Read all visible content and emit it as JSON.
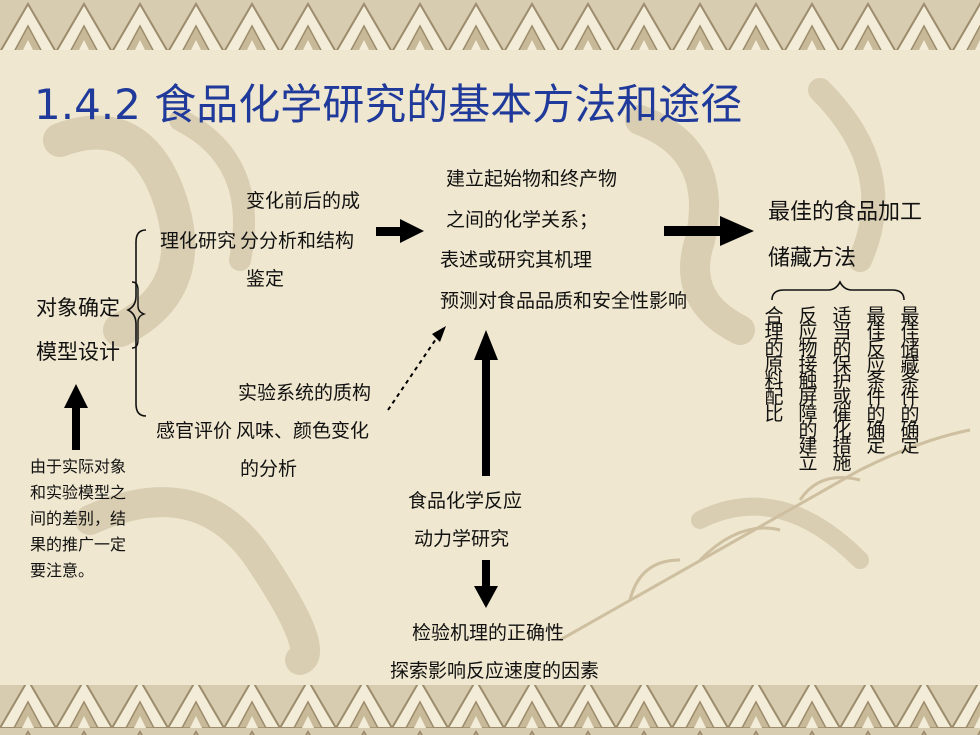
{
  "title": "1.4.2 食品化学研究的基本方法和途径",
  "left": {
    "object_label": [
      "对象确定",
      "模型设计"
    ],
    "note_lines": [
      "由于实际对象",
      "和实验模型之",
      "间的差别，结",
      "果的推广一定",
      "要注意。"
    ]
  },
  "branches": {
    "physchem": {
      "label": "理化研究",
      "desc_lines": [
        "变化前后的成",
        "分分析和结构",
        "鉴定"
      ]
    },
    "sensory": {
      "label": "感官评价",
      "desc_lines": [
        "实验系统的质构",
        "风味、颜色变化",
        "的分析"
      ]
    }
  },
  "center": {
    "relation_lines": [
      "建立起始物和终产物",
      "之间的化学关系；",
      "表述或研究其机理"
    ],
    "impact_line": "预测对食品品质和安全性影响",
    "kinetics_lines": [
      "食品化学反应",
      "动力学研究"
    ],
    "verify_lines": [
      "检验机理的正确性",
      "探索影响反应速度的因素"
    ]
  },
  "right": {
    "best_lines": [
      "最佳的食品加工",
      "储藏方法"
    ],
    "vertical_items": [
      "合理的原料配比",
      "反应物接触屏障的建立",
      "适当的保护或催化措施",
      "最佳反应条件的确定",
      "最佳储藏条件的确定"
    ]
  },
  "colors": {
    "title": "#1f3a9a",
    "text": "#111111",
    "background": "#efe7cf",
    "border_pattern": "#b9a98a"
  }
}
